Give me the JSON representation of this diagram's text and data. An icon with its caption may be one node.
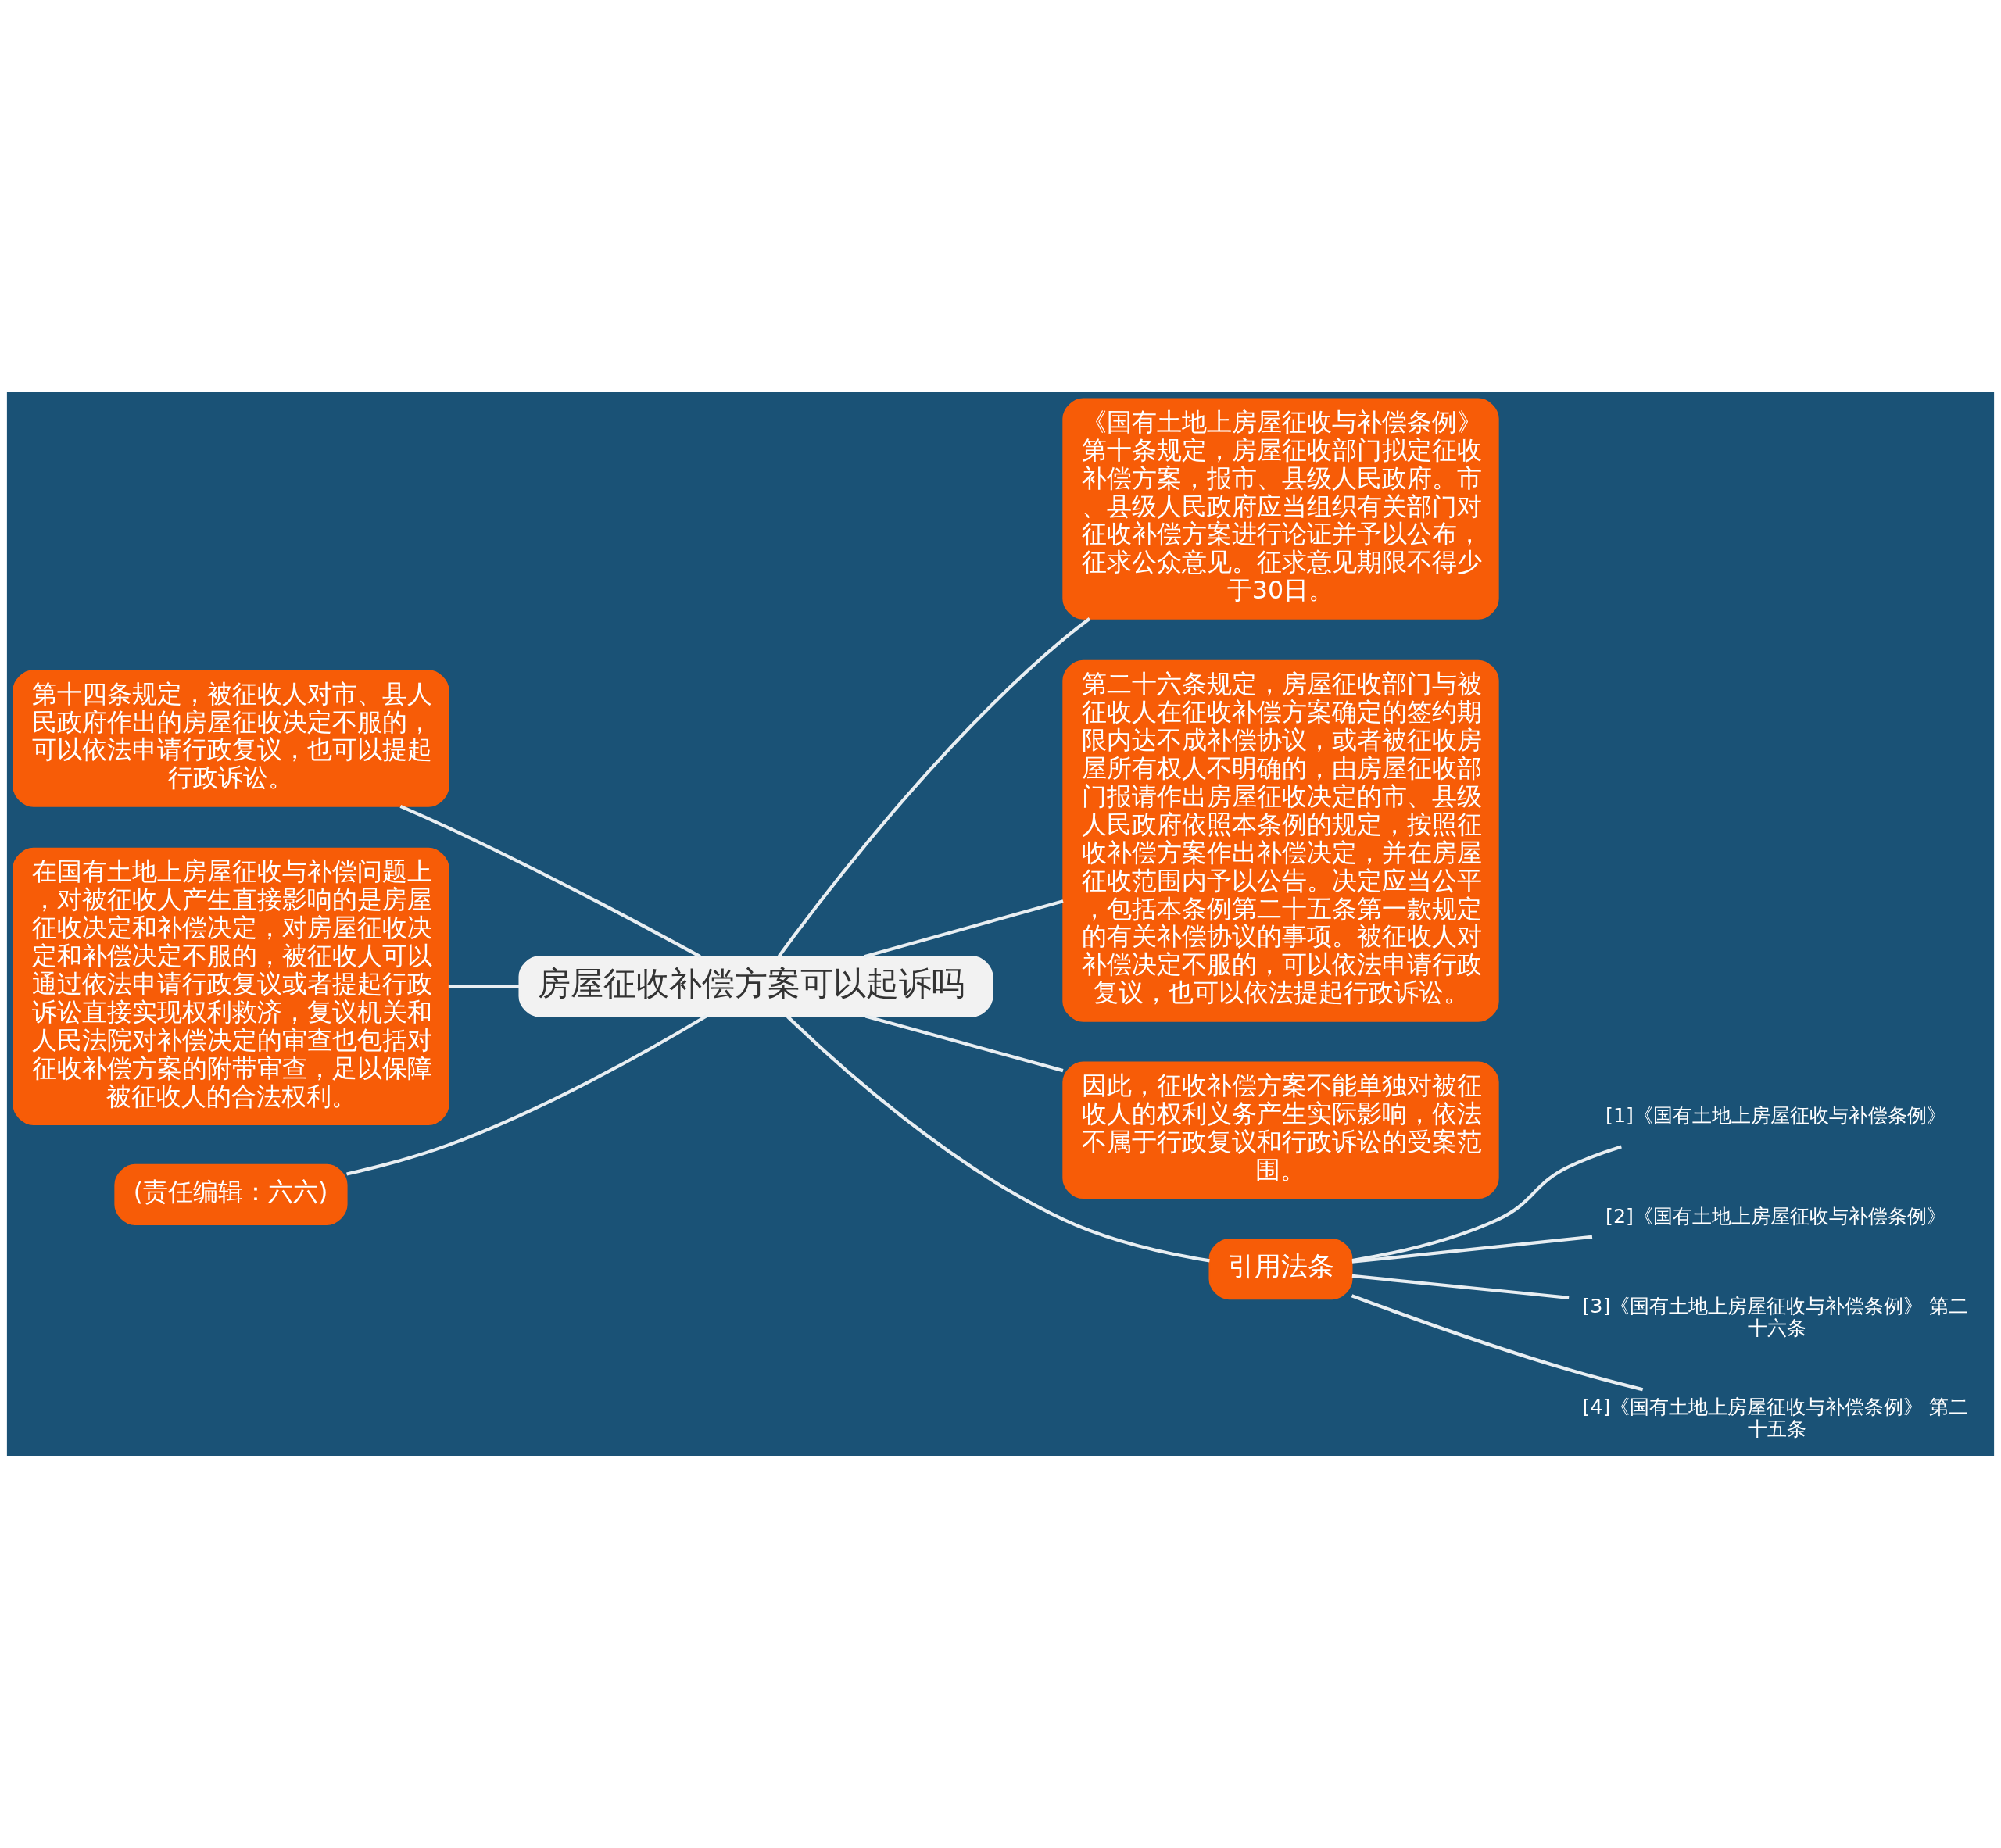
{
  "diagram": {
    "nodes": [
      {
        "text": [
          "房屋征收补偿方案可以起诉吗"
        ]
      },
      {
        "text": [
          "第十四条规定，被征收人对市、县人民政府作出的房屋征收决定不服的，可以依法申请行政复议，也可以提起行政诉讼。"
        ]
      },
      {
        "text": [
          "在国有土地上房屋征收与补偿问题上，对被征收人产生直接影响的是房屋征收决定和补偿决定，对房屋征收决定和补偿决定不服的，被征收人可以通过依法申请行政复议或者提起行政诉讼直接实现权利救济，复议机关和人民法院对补偿决定的审查也包括对征收补偿方案的附带审查，足以保障被征收人的合法权利。"
        ]
      },
      {
        "text": [
          "(责任编辑：六六)"
        ]
      },
      {
        "text": [
          "《国有土地上房屋征收与补偿条例》第十条规定，房屋征收部门拟定征收补偿方案，报市、县级人民政府。市、县级人民政府应当组织有关部门对征收补偿方案进行论证并予以公布，征求公众意见。征求意见期限不得少于30日。"
        ]
      },
      {
        "text": [
          "第二十六条规定，房屋征收部门与被征收人在征收补偿方案确定的签约期限内达不成补偿协议，或者被征收房屋所有权人不明确的，由房屋征收部门报请作出房屋征收决定的市、县级人民政府依照本条例的规定，按照征收补偿方案作出补偿决定，并在房屋征收范围内予以公告。决定应当公平，包括本条例第二十五条第一款规定的有关补偿协议的事项。被征收人对补偿决定不服的，可以依法申请行政复议，也可以依法提起行政诉讼。"
        ]
      },
      {
        "text": [
          "因此，征收补偿方案不能单独对被征收人的权利义务产生实际影响，依法不属于行政复议和行政诉讼的受案范围。"
        ]
      },
      {
        "text": [
          "引用法条"
        ]
      },
      {
        "text": [
          "[1]《国有土地上房屋征收与补偿条例》"
        ]
      },
      {
        "text": [
          "[2]《国有土地上房屋征收与补偿条例》"
        ]
      },
      {
        "text": [
          "[3]《国有土地上房屋征收与补偿条例》 第二十六条"
        ]
      },
      {
        "text": [
          "[4]《国有土地上房屋征收与补偿条例》 第二十五条"
        ]
      }
    ],
    "edges": [
      {
        "from": 1,
        "to": 0,
        "arrow": "none"
      },
      {
        "from": 2,
        "to": 0,
        "arrow": "none"
      },
      {
        "from": 3,
        "to": 0,
        "arrow": "none"
      },
      {
        "from": 0,
        "to": 4,
        "arrow": "none"
      },
      {
        "from": 0,
        "to": 5,
        "arrow": "none"
      },
      {
        "from": 0,
        "to": 6,
        "arrow": "none"
      },
      {
        "from": 0,
        "to": 7,
        "arrow": "none"
      },
      {
        "from": 7,
        "to": 8,
        "arrow": "none"
      },
      {
        "from": 7,
        "to": 9,
        "arrow": "none"
      },
      {
        "from": 7,
        "to": 10,
        "arrow": "none"
      },
      {
        "from": 7,
        "to": 11,
        "arrow": "none"
      }
    ]
  }
}
